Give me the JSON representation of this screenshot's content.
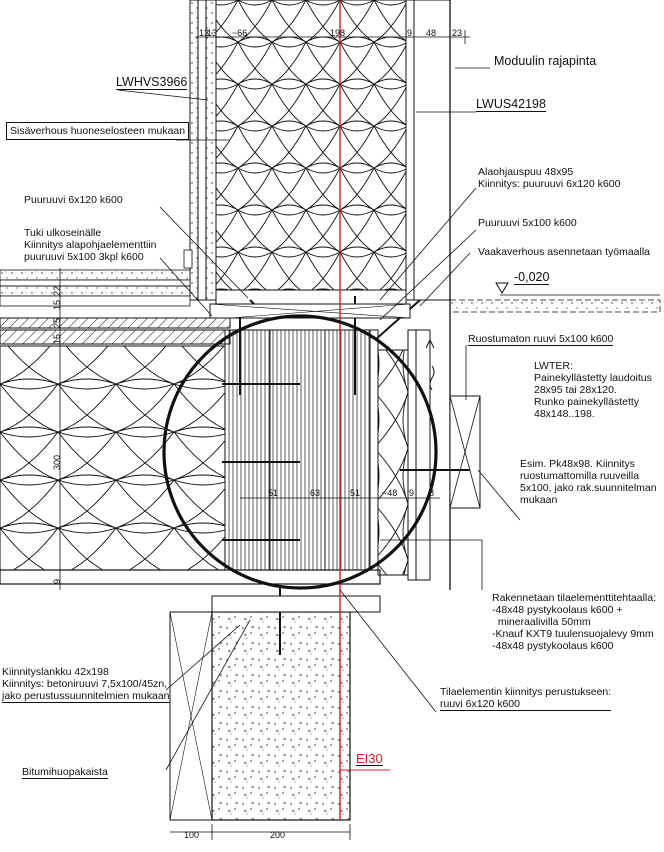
{
  "labels": {
    "moduulin": "Moduulin rajapinta",
    "lwhvs": "LWHVS3966",
    "lwus": "LWUS42198",
    "sisaverhous": "Sisäverhous huoneselosteen mukaan",
    "alaohjauspuu": "Alaohjauspuu 48x95\nKiinnitys: puuruuvi 6x120 k600",
    "puuruuvi6": "Puuruuvi 6x120 k600",
    "tuki": "Tuki ulkoseinälle\nKiinnitys alapohjaelementtiin\npuuruuvi 5x100 3kpl k600",
    "puuruuvi5": "Puuruuvi 5x100 k600",
    "vaakaverhous": "Vaakaverhous asennetaan työmaalla",
    "level": "-0,020",
    "ruostumaton": "Ruostumaton ruuvi 5x100 k600",
    "lwter": "LWTER:\nPainekyllästetty laudoitus\n28x95 tai 28x120.\nRunko painekyllästetty\n48x148..198.",
    "esim": "Esim. Pk48x98. Kiinnitys\nruostumattomilla ruuveilla\n5x100, jako rak.suunnitelman\nmukaan",
    "rakennetaan": "Rakennetaan tilaelementtitehtaalla:\n-48x48 pystykoolaus k600 +\n  mineraalivilla 50mm\n-Knauf KXT9 tuulensuojalevy 9mm\n-48x48 pystykoolaus k600",
    "kiinnityslankku": "Kiinnityslankku 42x198\nKiinnitys: betoniruuvi 7,5x100/45zn,\njako perustussuunnitelmien mukaan",
    "tilaelementin": "Tilaelementin kiinnitys perustukseen:\nruuvi 6x120 k600",
    "bitumi": "Bitumihuopakaista",
    "ei30": "EI30"
  },
  "dims": {
    "top": [
      "13",
      "13",
      "~66",
      "198",
      "9",
      "48",
      "23"
    ],
    "mid": [
      "51",
      "63",
      "51",
      "~48",
      "9",
      "8"
    ],
    "bottom": [
      "100",
      "200"
    ],
    "left": [
      "22",
      "15",
      "25",
      "15",
      "300",
      "9"
    ]
  },
  "colors": {
    "line": "#111111",
    "red": "#d0202a"
  }
}
